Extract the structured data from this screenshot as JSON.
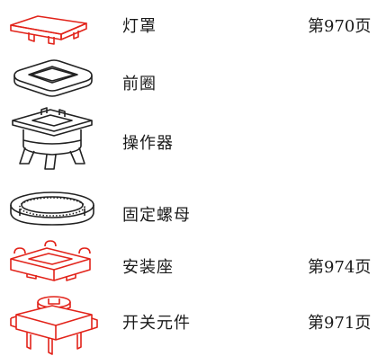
{
  "parts": [
    {
      "name": "灯罩",
      "page": "第970页",
      "icon": "lamp-cap-icon",
      "highlight": true
    },
    {
      "name": "前圈",
      "page": "",
      "icon": "front-bezel-icon",
      "highlight": false
    },
    {
      "name": "操作器",
      "page": "",
      "icon": "operator-icon",
      "highlight": false
    },
    {
      "name": "固定螺母",
      "page": "",
      "icon": "fixing-nut-icon",
      "highlight": false
    },
    {
      "name": "安装座",
      "page": "第974页",
      "icon": "mounting-base-icon",
      "highlight": true
    },
    {
      "name": "开关元件",
      "page": "第971页",
      "icon": "switch-element-icon",
      "highlight": true
    }
  ],
  "colors": {
    "highlight": "#e2231a",
    "line": "#222222",
    "text": "#1a1a1a"
  }
}
